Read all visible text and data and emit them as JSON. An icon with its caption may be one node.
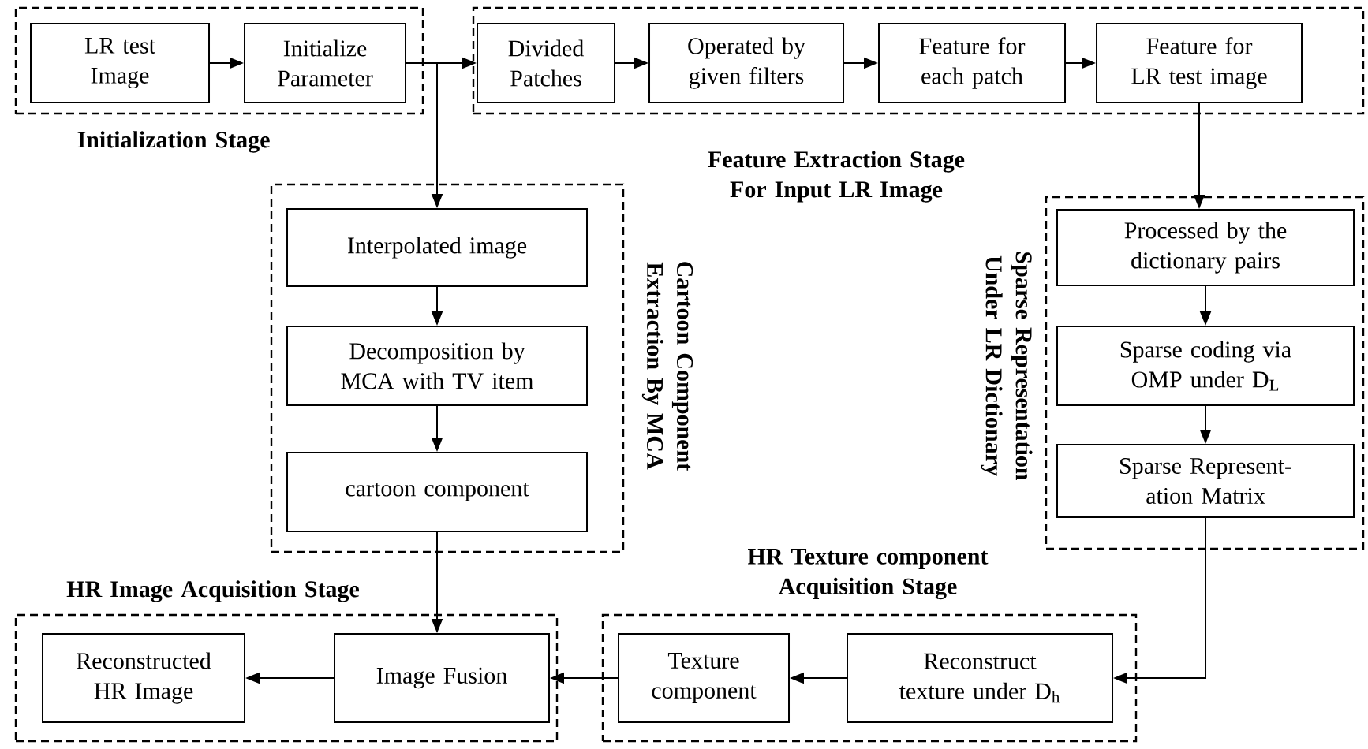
{
  "diagram": {
    "nodes": [
      {
        "text": [
          "Initialization Stage"
        ]
      },
      {
        "text": [
          "LR test Image"
        ],
        "in": 0
      },
      {
        "text": [
          "Initialize Parameter"
        ],
        "in": 0
      },
      {
        "text": [
          "Feature Extraction Stage For Input LR Image"
        ]
      },
      {
        "text": [
          "Divided Patches"
        ],
        "in": 3
      },
      {
        "text": [
          "Operated by given filters"
        ],
        "in": 3
      },
      {
        "text": [
          "Feature for each patch"
        ],
        "in": 3
      },
      {
        "text": [
          "Feature for LR test image"
        ],
        "in": 3
      },
      {
        "text": [
          "Cartoon Component Extraction By MCA"
        ]
      },
      {
        "text": [
          "Interpolated image"
        ],
        "in": 8
      },
      {
        "text": [
          "Decomposition by MCA with TV item"
        ],
        "in": 8
      },
      {
        "text": [
          "cartoon component"
        ],
        "in": 8
      },
      {
        "text": [
          "Sparse Representation Under LR Dictionary"
        ]
      },
      {
        "text": [
          "Processed by the dictionary pairs"
        ],
        "in": 12
      },
      {
        "text": [
          "Sparse coding via OMP under D$_{L}$"
        ],
        "in": 12
      },
      {
        "text": [
          "Sparse Represent-ation Matrix"
        ],
        "in": 12
      },
      {
        "text": [
          "HR Image Acquisition Stage"
        ]
      },
      {
        "text": [
          "Reconstructed HR Image"
        ],
        "in": 16
      },
      {
        "text": [
          "Image Fusion"
        ],
        "in": 16
      },
      {
        "text": [
          "HR Texture component Acquisition Stage"
        ]
      },
      {
        "text": [
          "Texture component"
        ],
        "in": 19
      },
      {
        "text": [
          "Reconstruct texture under D$_{h}$"
        ],
        "in": 19
      }
    ],
    "edges": [
      {
        "from": 1,
        "to": 2,
        "arrow": "to"
      },
      {
        "from": 2,
        "to": 4,
        "arrow": "to"
      },
      {
        "from": 2,
        "to": 9,
        "arrow": "to"
      },
      {
        "from": 4,
        "to": 5,
        "arrow": "to"
      },
      {
        "from": 5,
        "to": 6,
        "arrow": "to"
      },
      {
        "from": 6,
        "to": 7,
        "arrow": "to"
      },
      {
        "from": 7,
        "to": 13,
        "arrow": "to"
      },
      {
        "from": 13,
        "to": 14,
        "arrow": "to"
      },
      {
        "from": 14,
        "to": 15,
        "arrow": "to"
      },
      {
        "from": 15,
        "to": 21,
        "arrow": "to"
      },
      {
        "from": 21,
        "to": 20,
        "arrow": "to"
      },
      {
        "from": 20,
        "to": 18,
        "arrow": "to"
      },
      {
        "from": 9,
        "to": 10,
        "arrow": "to"
      },
      {
        "from": 10,
        "to": 11,
        "arrow": "to"
      },
      {
        "from": 11,
        "to": 18,
        "arrow": "to"
      },
      {
        "from": 18,
        "to": 17,
        "arrow": "to"
      }
    ]
  }
}
